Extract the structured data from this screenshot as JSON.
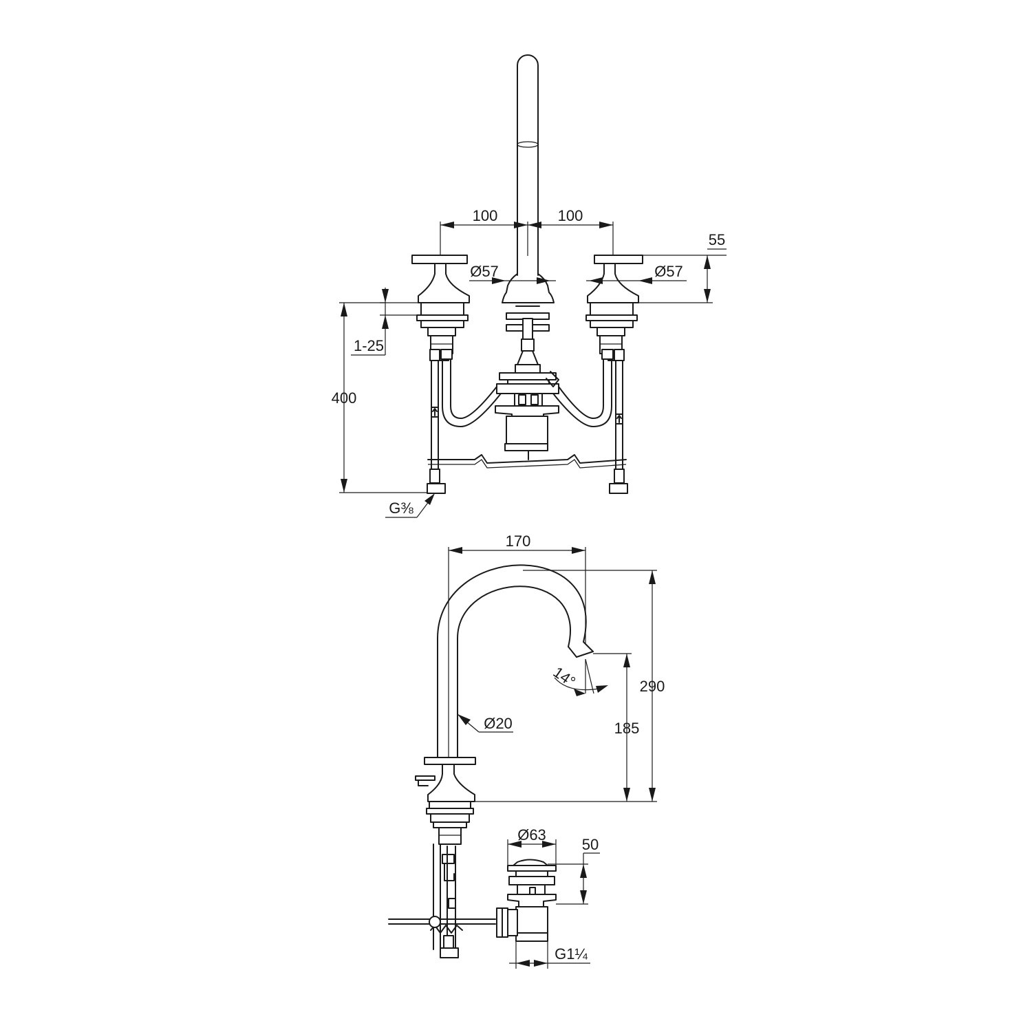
{
  "labels": {
    "spacing_left": "100",
    "spacing_right": "100",
    "handle_height": "55",
    "handle_dia_left": "Ø57",
    "handle_dia_right": "Ø57",
    "deck_thickness": "1-25",
    "hose_length": "400",
    "hose_connection": "G⅜",
    "spout_reach": "170",
    "spout_height": "290",
    "outlet_height": "185",
    "spout_angle": "14°",
    "spout_dia": "Ø20",
    "waste_dia": "Ø63",
    "waste_height": "50",
    "waste_thread": "G1¼"
  }
}
